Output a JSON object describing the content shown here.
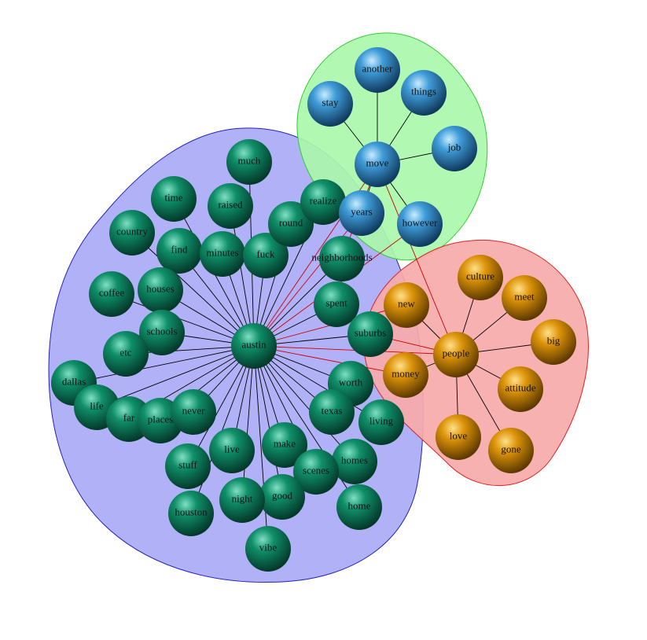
{
  "colors": {
    "cluster_austin_fill": "#a9aaf6",
    "cluster_austin_stroke": "#2222bb",
    "cluster_move_fill": "#aaf7ab",
    "cluster_move_stroke": "#33cc33",
    "cluster_people_fill": "#f7aaaa",
    "cluster_people_stroke": "#dd2222",
    "edge_inner": "#000000",
    "edge_cross": "#cc0000",
    "node_green": "#0e8a65",
    "node_blue": "#3d9ad6",
    "node_orange": "#e0970a"
  },
  "clusters": [
    {
      "id": "austin",
      "color": "blue"
    },
    {
      "id": "move",
      "color": "green"
    },
    {
      "id": "people",
      "color": "red"
    }
  ],
  "nodes": [
    {
      "id": "austin",
      "label": "austin",
      "group": "green"
    },
    {
      "id": "much",
      "label": "much",
      "group": "green"
    },
    {
      "id": "time",
      "label": "time",
      "group": "green"
    },
    {
      "id": "raised",
      "label": "raised",
      "group": "green"
    },
    {
      "id": "country",
      "label": "country",
      "group": "green"
    },
    {
      "id": "find",
      "label": "find",
      "group": "green"
    },
    {
      "id": "minutes",
      "label": "minutes",
      "group": "green"
    },
    {
      "id": "fuck",
      "label": "fuck",
      "group": "green"
    },
    {
      "id": "round",
      "label": "round",
      "group": "green"
    },
    {
      "id": "realize",
      "label": "realize",
      "group": "green"
    },
    {
      "id": "neighborhoods",
      "label": "neighborhoods",
      "group": "green"
    },
    {
      "id": "coffee",
      "label": "coffee",
      "group": "green"
    },
    {
      "id": "houses",
      "label": "houses",
      "group": "green"
    },
    {
      "id": "spent",
      "label": "spent",
      "group": "green"
    },
    {
      "id": "schools",
      "label": "schools",
      "group": "green"
    },
    {
      "id": "suburbs",
      "label": "suburbs",
      "group": "green"
    },
    {
      "id": "etc",
      "label": "etc",
      "group": "green"
    },
    {
      "id": "dallas",
      "label": "dallas",
      "group": "green"
    },
    {
      "id": "worth",
      "label": "worth",
      "group": "green"
    },
    {
      "id": "life",
      "label": "life",
      "group": "green"
    },
    {
      "id": "far",
      "label": "far",
      "group": "green"
    },
    {
      "id": "places",
      "label": "places",
      "group": "green"
    },
    {
      "id": "never",
      "label": "never",
      "group": "green"
    },
    {
      "id": "texas",
      "label": "texas",
      "group": "green"
    },
    {
      "id": "living",
      "label": "living",
      "group": "green"
    },
    {
      "id": "live",
      "label": "live",
      "group": "green"
    },
    {
      "id": "make",
      "label": "make",
      "group": "green"
    },
    {
      "id": "stuff",
      "label": "stuff",
      "group": "green"
    },
    {
      "id": "homes",
      "label": "homes",
      "group": "green"
    },
    {
      "id": "scenes",
      "label": "scenes",
      "group": "green"
    },
    {
      "id": "good",
      "label": "good",
      "group": "green"
    },
    {
      "id": "night",
      "label": "night",
      "group": "green"
    },
    {
      "id": "houston",
      "label": "houston",
      "group": "green"
    },
    {
      "id": "home",
      "label": "home",
      "group": "green"
    },
    {
      "id": "vibe",
      "label": "vibe",
      "group": "green"
    },
    {
      "id": "move",
      "label": "move",
      "group": "blue"
    },
    {
      "id": "another",
      "label": "another",
      "group": "blue"
    },
    {
      "id": "stay",
      "label": "stay",
      "group": "blue"
    },
    {
      "id": "things",
      "label": "things",
      "group": "blue"
    },
    {
      "id": "job",
      "label": "job",
      "group": "blue"
    },
    {
      "id": "years",
      "label": "years",
      "group": "blue"
    },
    {
      "id": "however",
      "label": "however",
      "group": "blue"
    },
    {
      "id": "people",
      "label": "people",
      "group": "orange"
    },
    {
      "id": "culture",
      "label": "culture",
      "group": "orange"
    },
    {
      "id": "meet",
      "label": "meet",
      "group": "orange"
    },
    {
      "id": "new",
      "label": "new",
      "group": "orange"
    },
    {
      "id": "big",
      "label": "big",
      "group": "orange"
    },
    {
      "id": "money",
      "label": "money",
      "group": "orange"
    },
    {
      "id": "attitude",
      "label": "attitude",
      "group": "orange"
    },
    {
      "id": "love",
      "label": "love",
      "group": "orange"
    },
    {
      "id": "gone",
      "label": "gone",
      "group": "orange"
    }
  ],
  "edges": [
    [
      "austin",
      "much"
    ],
    [
      "austin",
      "time"
    ],
    [
      "austin",
      "raised"
    ],
    [
      "austin",
      "country"
    ],
    [
      "austin",
      "find"
    ],
    [
      "austin",
      "minutes"
    ],
    [
      "austin",
      "fuck"
    ],
    [
      "austin",
      "round"
    ],
    [
      "austin",
      "realize"
    ],
    [
      "austin",
      "neighborhoods"
    ],
    [
      "austin",
      "coffee"
    ],
    [
      "austin",
      "houses"
    ],
    [
      "austin",
      "spent"
    ],
    [
      "austin",
      "schools"
    ],
    [
      "austin",
      "suburbs"
    ],
    [
      "austin",
      "etc"
    ],
    [
      "austin",
      "dallas"
    ],
    [
      "austin",
      "worth"
    ],
    [
      "austin",
      "life"
    ],
    [
      "austin",
      "far"
    ],
    [
      "austin",
      "places"
    ],
    [
      "austin",
      "never"
    ],
    [
      "austin",
      "texas"
    ],
    [
      "austin",
      "living"
    ],
    [
      "austin",
      "live"
    ],
    [
      "austin",
      "make"
    ],
    [
      "austin",
      "stuff"
    ],
    [
      "austin",
      "homes"
    ],
    [
      "austin",
      "scenes"
    ],
    [
      "austin",
      "good"
    ],
    [
      "austin",
      "night"
    ],
    [
      "austin",
      "houston"
    ],
    [
      "austin",
      "home"
    ],
    [
      "austin",
      "vibe"
    ],
    [
      "move",
      "another"
    ],
    [
      "move",
      "stay"
    ],
    [
      "move",
      "things"
    ],
    [
      "move",
      "job"
    ],
    [
      "move",
      "years"
    ],
    [
      "move",
      "however"
    ],
    [
      "people",
      "culture"
    ],
    [
      "people",
      "meet"
    ],
    [
      "people",
      "new"
    ],
    [
      "people",
      "big"
    ],
    [
      "people",
      "money"
    ],
    [
      "people",
      "attitude"
    ],
    [
      "people",
      "love"
    ],
    [
      "people",
      "gone"
    ],
    [
      "austin",
      "years"
    ],
    [
      "austin",
      "move"
    ],
    [
      "austin",
      "however"
    ],
    [
      "austin",
      "new"
    ],
    [
      "austin",
      "money"
    ],
    [
      "austin",
      "people"
    ],
    [
      "move",
      "people"
    ],
    [
      "move",
      "neighborhoods"
    ],
    [
      "people",
      "suburbs"
    ]
  ]
}
